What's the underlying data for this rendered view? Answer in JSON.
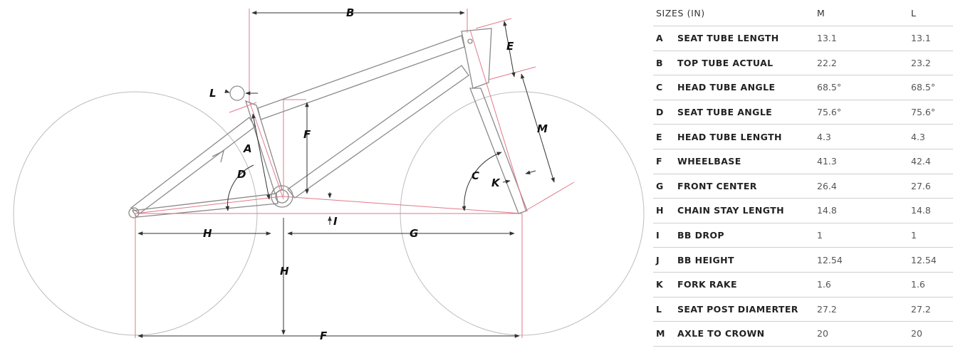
{
  "diagram": {
    "labels": {
      "A": "A",
      "B": "B",
      "C": "C",
      "D": "D",
      "E": "E",
      "F": "F",
      "G": "G",
      "H": "H",
      "I": "I",
      "K": "K",
      "L": "L",
      "M": "M"
    },
    "colors": {
      "frame": "#8a8a8a",
      "wheel": "#bdbdbd",
      "geometry": "#e07a8a",
      "dimension": "#333333"
    }
  },
  "table": {
    "header": {
      "label": "SIZES (IN)",
      "col_m": "M",
      "col_l": "L"
    },
    "rows": [
      {
        "letter": "A",
        "name": "SEAT TUBE LENGTH",
        "m": "13.1",
        "l": "13.1"
      },
      {
        "letter": "B",
        "name": "TOP TUBE ACTUAL",
        "m": "22.2",
        "l": "23.2"
      },
      {
        "letter": "C",
        "name": "HEAD TUBE ANGLE",
        "m": "68.5°",
        "l": " 68.5°"
      },
      {
        "letter": "D",
        "name": "SEAT TUBE ANGLE",
        "m": "75.6°",
        "l": "75.6°"
      },
      {
        "letter": "E",
        "name": "HEAD TUBE LENGTH",
        "m": "4.3",
        "l": "4.3"
      },
      {
        "letter": "F",
        "name": "WHEELBASE",
        "m": "41.3",
        "l": "42.4"
      },
      {
        "letter": "G",
        "name": "FRONT CENTER",
        "m": "26.4",
        "l": "27.6"
      },
      {
        "letter": "H",
        "name": "CHAIN STAY LENGTH",
        "m": "14.8",
        "l": "14.8"
      },
      {
        "letter": "I",
        "name": "BB DROP",
        "m": "1",
        "l": "1"
      },
      {
        "letter": "J",
        "name": "BB HEIGHT",
        "m": "12.54",
        "l": "12.54"
      },
      {
        "letter": "K",
        "name": "FORK RAKE",
        "m": "1.6",
        "l": "1.6"
      },
      {
        "letter": "L",
        "name": "SEAT POST DIAMERTER",
        "m": "27.2",
        "l": "27.2"
      },
      {
        "letter": "M",
        "name": "AXLE TO CROWN",
        "m": "20",
        "l": "20"
      }
    ]
  }
}
